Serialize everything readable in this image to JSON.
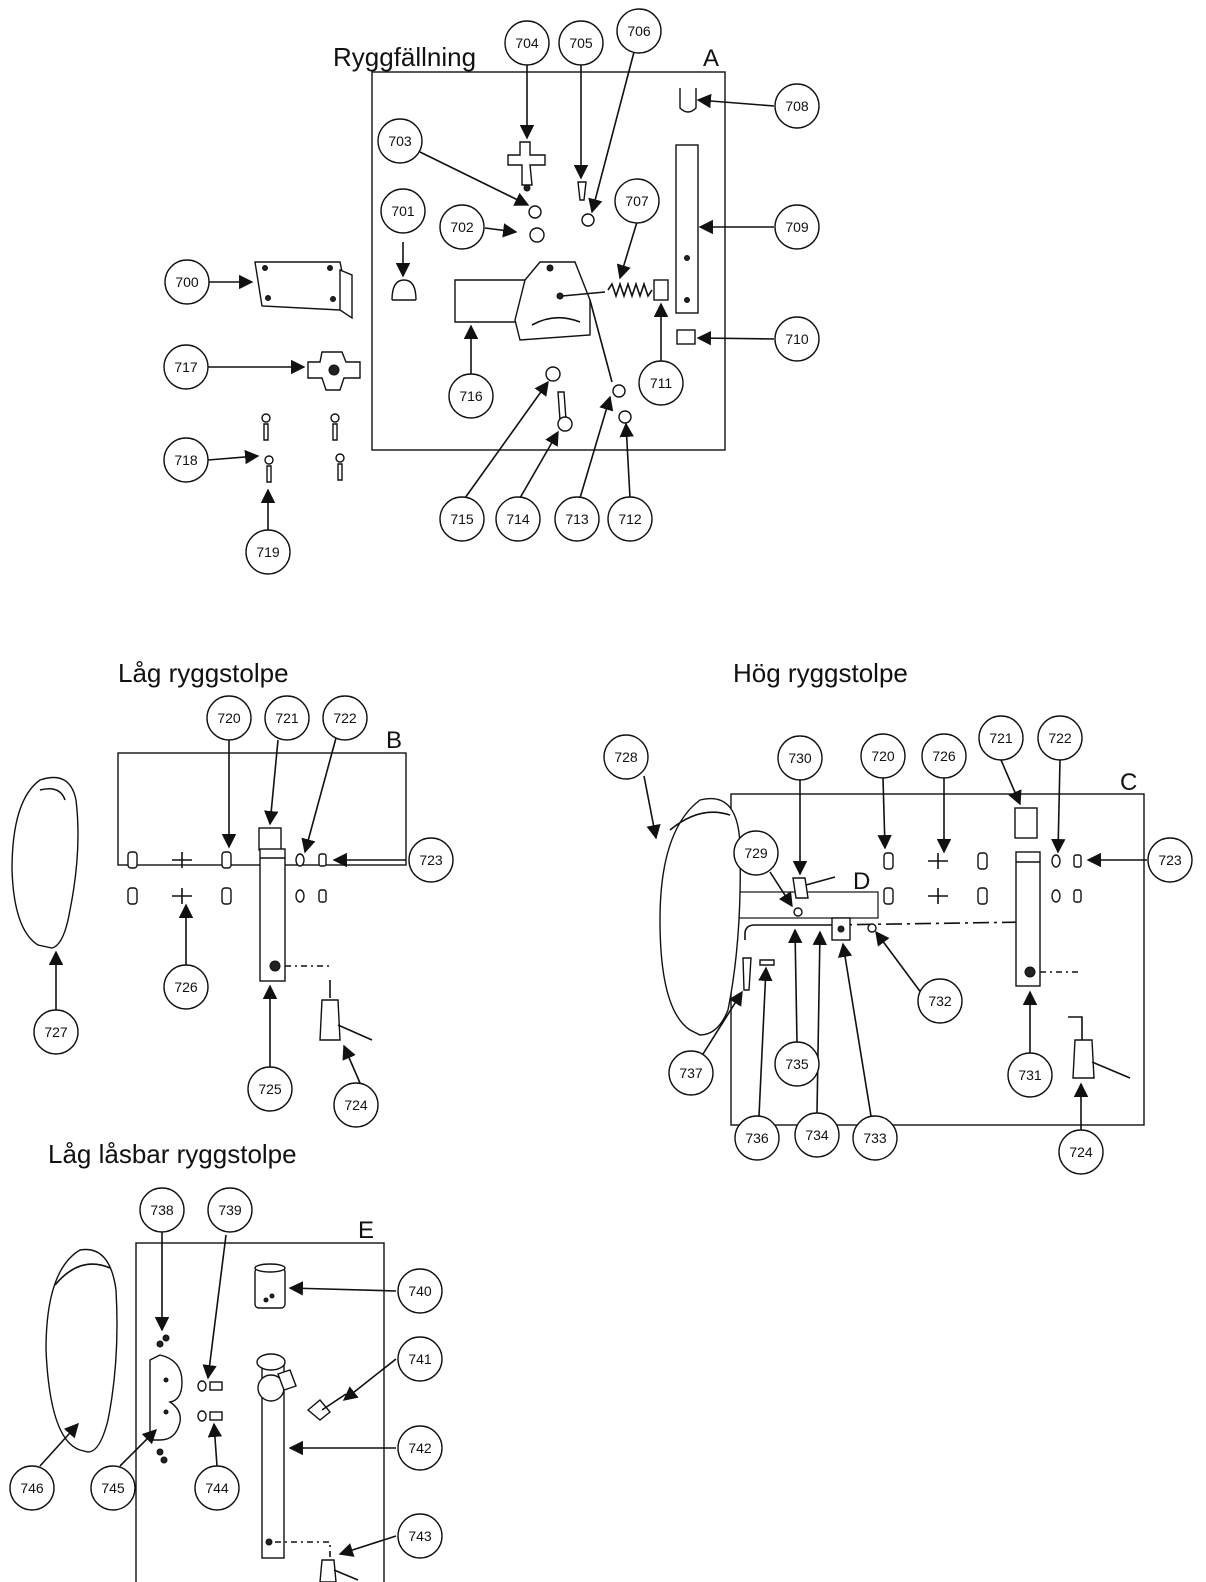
{
  "titles": {
    "section_a": "Ryggfällning",
    "section_b": "Låg ryggstolpe",
    "section_c": "Hög ryggstolpe",
    "section_e": "Låg låsbar ryggstolpe"
  },
  "letters": {
    "a": "A",
    "b": "B",
    "c": "C",
    "d": "D",
    "e": "E"
  },
  "callouts": {
    "c700": "700",
    "c701": "701",
    "c702": "702",
    "c703": "703",
    "c704": "704",
    "c705": "705",
    "c706": "706",
    "c707": "707",
    "c708": "708",
    "c709": "709",
    "c710": "710",
    "c711": "711",
    "c712": "712",
    "c713": "713",
    "c714": "714",
    "c715": "715",
    "c716": "716",
    "c717": "717",
    "c718": "718",
    "c719": "719",
    "b720": "720",
    "b721": "721",
    "b722": "722",
    "b723": "723",
    "b724": "724",
    "b725": "725",
    "b726": "726",
    "b727": "727",
    "h728": "728",
    "h729": "729",
    "h730": "730",
    "h720": "720",
    "h726": "726",
    "h721": "721",
    "h722": "722",
    "h723": "723",
    "h731": "731",
    "h732": "732",
    "h733": "733",
    "h734": "734",
    "h735": "735",
    "h736": "736",
    "h737": "737",
    "h724": "724",
    "e738": "738",
    "e739": "739",
    "e740": "740",
    "e741": "741",
    "e742": "742",
    "e743": "743",
    "e744": "744",
    "e745": "745",
    "e746": "746"
  }
}
